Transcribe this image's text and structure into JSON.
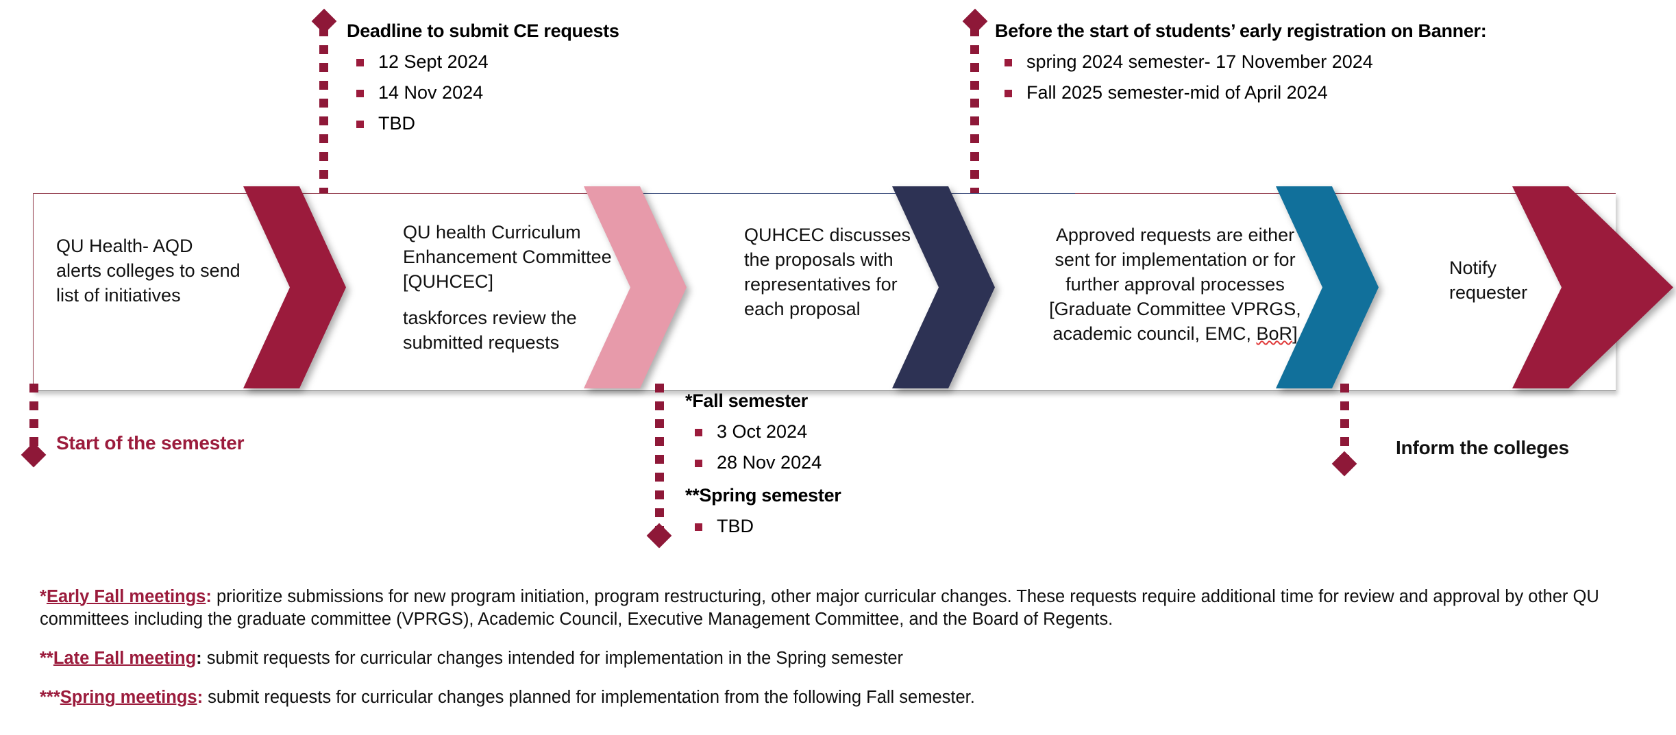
{
  "colors": {
    "maroon": "#9B1B3C",
    "maroon_dark": "#8E1838",
    "pink": "#E79AAA",
    "navy": "#2D3254",
    "teal": "#11709B",
    "text": "#111111"
  },
  "callouts": {
    "deadline": {
      "title": "Deadline to submit CE requests",
      "items": [
        "12 Sept 2024",
        "14 Nov 2024",
        "TBD"
      ]
    },
    "banner": {
      "title": "Before the start of students’ early registration on Banner:",
      "items": [
        "spring 2024 semester- 17 November 2024",
        "Fall 2025 semester-mid of April 2024"
      ]
    },
    "fall_spring": {
      "fall_title": "*Fall semester",
      "fall_items": [
        "3 Oct 2024",
        "28 Nov 2024"
      ],
      "spring_title": "**Spring semester",
      "spring_items": [
        "TBD"
      ]
    }
  },
  "anchors": {
    "start_of_semester": "Start of the semester",
    "inform_the_colleges": "Inform the colleges"
  },
  "steps": [
    {
      "id": "step-1",
      "lines": [
        "QU Health- AQD alerts colleges to send list of initiatives"
      ],
      "align": "left"
    },
    {
      "id": "step-2",
      "lines": [
        "QU health Curriculum Enhancement Committee [QUHCEC]",
        "taskforces review the submitted requests"
      ],
      "align": "left"
    },
    {
      "id": "step-3",
      "lines": [
        "QUHCEC discusses the proposals with representatives for each proposal"
      ],
      "align": "left"
    },
    {
      "id": "step-4",
      "lines": [
        "Approved requests are either sent for implementation or for further approval processes [Graduate Committee VPRGS, academic council, EMC, BoR]"
      ],
      "align": "center"
    },
    {
      "id": "step-5",
      "lines": [
        "Notify requester"
      ],
      "align": "left"
    }
  ],
  "step_text": {
    "s1": "QU Health- AQD alerts colleges to send list of initiatives",
    "s2a": "QU health Curriculum Enhancement Committee [QUHCEC]",
    "s2b": "taskforces review the submitted requests",
    "s3": "QUHCEC discusses the proposals with representatives for each proposal",
    "s4a": "Approved requests are either sent for implementation or for further approval processes [Graduate Committee VPRGS, academic council, EMC, ",
    "s4b": "BoR",
    "s4c": "]",
    "s5": "Notify requester"
  },
  "footnotes": [
    {
      "marker": "*",
      "label": "Early Fall meetings",
      "colon_in_label": true,
      "body": " prioritize submissions for new program initiation, program restructuring, other major curricular changes. These requests require additional time for review and approval by other QU committees including the graduate committee (VPRGS), Academic Council, Executive Management Committee, and the Board of Regents."
    },
    {
      "marker": "**",
      "label": "Late Fall meeting",
      "colon_in_label": false,
      "body": " submit requests for curricular changes intended for implementation in the Spring semester"
    },
    {
      "marker": "***",
      "label": "Spring meetings",
      "colon_in_label": true,
      "body": " submit requests for curricular changes planned for implementation from the following Fall semester."
    }
  ],
  "footnote_parts": {
    "f1_marker": "*",
    "f1_label": "Early Fall meetings",
    "f1_colon": ":",
    "f1_body": " prioritize submissions for new program initiation, program restructuring, other major curricular changes. These requests require additional time for review and approval by other QU committees including the graduate committee (VPRGS), Academic Council, Executive Management Committee, and the Board of Regents.",
    "f2_marker": "**",
    "f2_label": "Late Fall meeting",
    "f2_colon": ":",
    "f2_body": " submit requests for curricular changes intended for implementation in the Spring semester",
    "f3_marker": "***",
    "f3_label": "Spring meetings",
    "f3_colon": ":",
    "f3_body": " submit requests for curricular changes planned for implementation from the following Fall semester."
  }
}
